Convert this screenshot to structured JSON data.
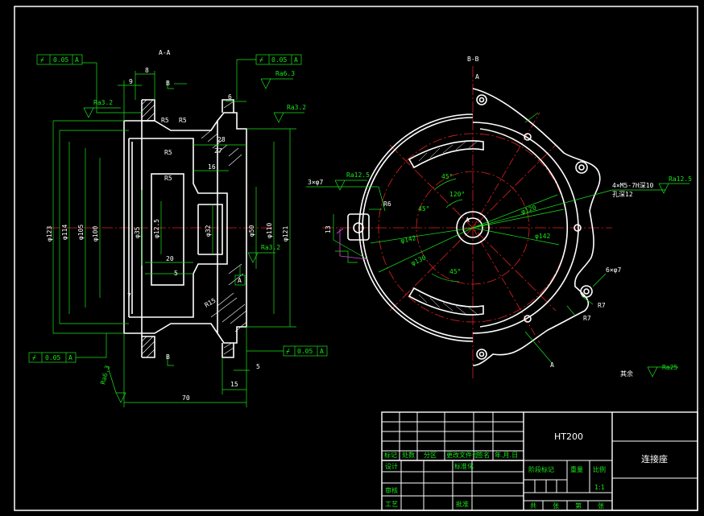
{
  "section_aa": {
    "title": "A-A",
    "datum_label": "A",
    "cut_marker_top": "B",
    "cut_marker_bottom": "B",
    "gdt_top_left": {
      "symbol": "⌿",
      "value": "0.05",
      "datum": "A"
    },
    "gdt_top_right": {
      "symbol": "⌿",
      "value": "0.05",
      "datum": "A"
    },
    "gdt_bottom_left": {
      "symbol": "⌿",
      "value": "0.05",
      "datum": "A"
    },
    "gdt_bottom_right": {
      "symbol": "⌿",
      "value": "0.05",
      "datum": "A"
    },
    "roughness": [
      "Ra3.2",
      "Ra6.3",
      "Ra3.2",
      "Ra3.2",
      "Ra6.3"
    ],
    "dims": {
      "d9": "9",
      "d8": "8",
      "d6": "6",
      "d28": "28",
      "d27": "27",
      "d16": "16",
      "d20": "20",
      "d5": "5",
      "d7": "7",
      "d15": "15",
      "d70": "70",
      "r5a": "R5",
      "r5b": "R5",
      "r5c": "R5",
      "r5d": "R5",
      "r15": "R15",
      "dia_outer": "φ123",
      "dia_114": "φ114",
      "dia_105": "φ105",
      "dia_100": "φ100",
      "dia_35": "φ35",
      "dia_125": "φ12.5",
      "dia_32": "φ32",
      "dia_50": "φ50",
      "dia_110": "φ110",
      "dia_121": "φ121",
      "d5bottom": "5"
    }
  },
  "section_bb": {
    "title": "B-B",
    "datum_top": "A",
    "datum_bottom": "A",
    "center_label": "A",
    "labels": {
      "slot": "3×φ7",
      "ra125a": "Ra12.5",
      "r6": "R6",
      "d13": "13",
      "a45a": "45°",
      "a45b": "45°",
      "a45c": "45°",
      "a120": "120°",
      "d142a": "φ142",
      "d130": "φ130",
      "d120": "φ120",
      "d142b": "φ142",
      "thread": "4×M5-7H深10",
      "thread_depth": "孔深12",
      "ra125b": "Ra12.5",
      "holes": "6×φ7",
      "r7a": "R7",
      "r7b": "R7"
    }
  },
  "general_roughness": {
    "label": "其余",
    "value": "Ra25"
  },
  "title_block": {
    "material": "HT200",
    "part_name": "连接座",
    "header_cells": [
      "标记",
      "处数",
      "分区",
      "更改文件号",
      "签名",
      "年.月.日"
    ],
    "left_rows": [
      "设计",
      "审核",
      "工艺"
    ],
    "std_label": "标准化",
    "approve_label": "批准",
    "stage_label": "阶段标记",
    "weight_label": "重量",
    "scale_label": "比例",
    "scale_value": "1:1",
    "sheet_cells": [
      "共",
      "张",
      "第",
      "张"
    ]
  }
}
